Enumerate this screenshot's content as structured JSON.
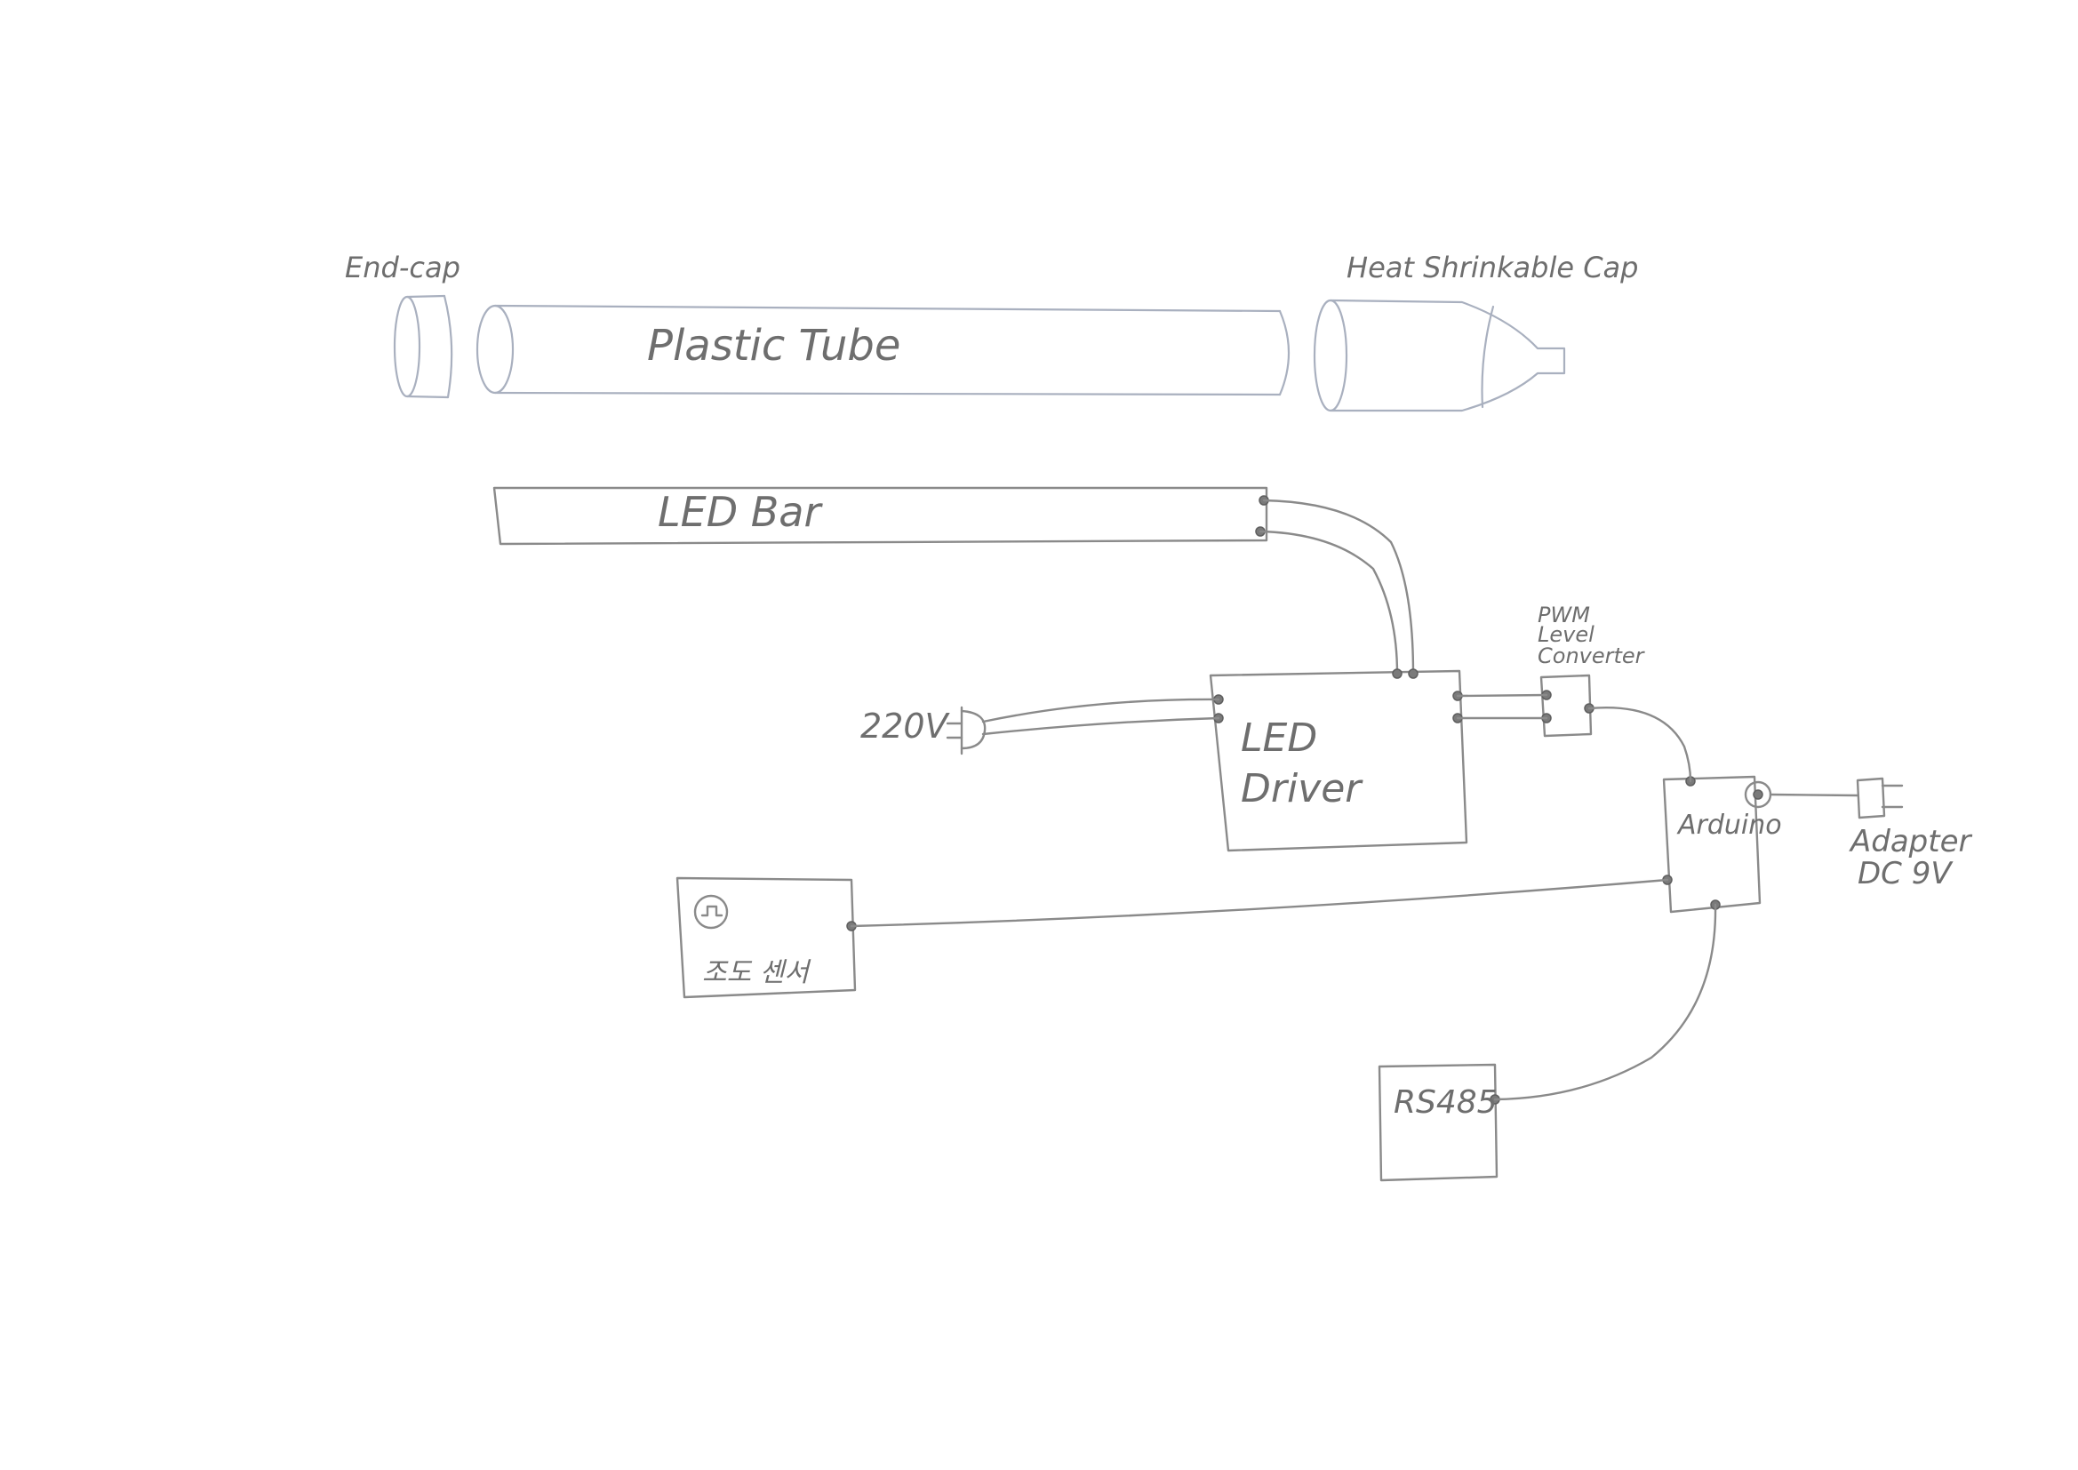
{
  "labels": {
    "end_cap": "End-cap",
    "plastic_tube": "Plastic Tube",
    "heat_shrinkable_cap": "Heat Shrinkable Cap",
    "led_bar": "LED Bar",
    "voltage_220": "220V",
    "led_driver_line1": "LED",
    "led_driver_line2": "Driver",
    "pwm_line1": "PWM",
    "pwm_line2": "Level",
    "pwm_line3": "Converter",
    "arduino": "Arduino",
    "adapter_line1": "Adapter",
    "adapter_line2": "DC 9V",
    "sensor": "조도 센서",
    "rs485": "RS485"
  },
  "colors": {
    "pencil": "#8a8a8a",
    "pencil_light": "#a9b0bf",
    "text": "#6e6e6e",
    "paper": "#ffffff"
  }
}
